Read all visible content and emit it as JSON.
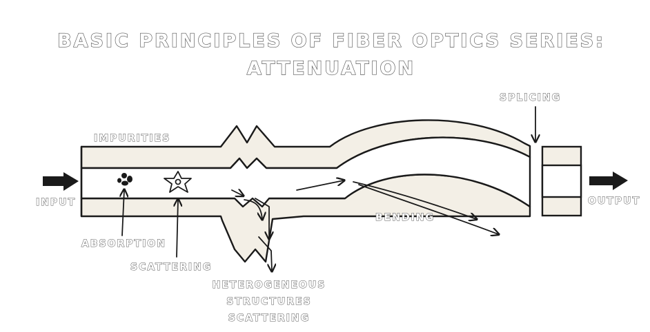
{
  "title": {
    "line1": "BASIC PRINCIPLES OF FIBER OPTICS SERIES:",
    "line2": "ATTENUATION"
  },
  "labels": {
    "splicing": "SPLICING",
    "impurities": "IMPURITIES",
    "input": "INPUT",
    "output": "OUTPUT",
    "bending": "BENDING",
    "absorption": "ABSORPTION",
    "scattering": "SCATTERING",
    "hetero_1": "HETEROGENEOUS",
    "hetero_2": "STRUCTURES",
    "hetero_3": "SCATTERING"
  },
  "colors": {
    "ink": "#1a1a1a",
    "fiber_fill": "#f3efe6",
    "paper": "#ffffff"
  }
}
